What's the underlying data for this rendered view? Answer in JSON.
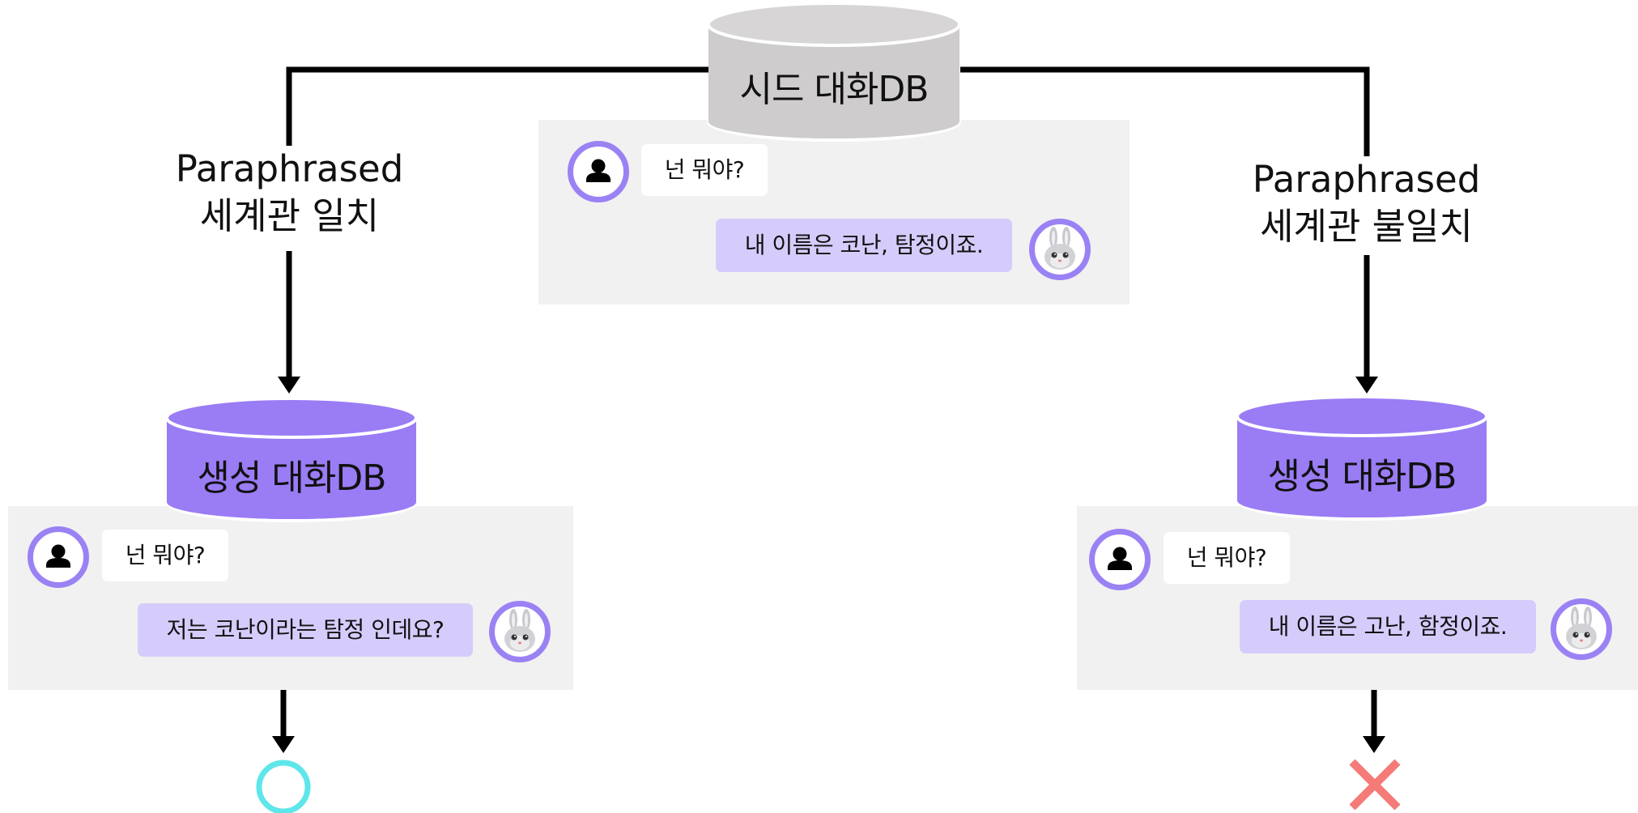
{
  "seed_db": {
    "label": "시드 대화DB",
    "color": "#cecccc"
  },
  "generated_db_color": "#9a7cf5",
  "accent_avatar_ring": "#9a82f4",
  "bot_bubble_color": "#d6ccfb",
  "edges": {
    "match": {
      "line1": "Paraphrased",
      "line2": "세계관 일치"
    },
    "mismatch": {
      "line1": "Paraphrased",
      "line2": "세계관 불일치"
    }
  },
  "seed_chat": {
    "user_message": "넌 뭐야?",
    "bot_message": "내 이름은 코난, 탐정이죠."
  },
  "left_branch": {
    "db_label": "생성 대화DB",
    "user_message": "넌 뭐야?",
    "bot_message": "저는 코난이라는 탐정 인데요?",
    "result": "circle",
    "result_color": "#5ee6ea"
  },
  "right_branch": {
    "db_label": "생성 대화DB",
    "user_message": "넌 뭐야?",
    "bot_message": "내 이름은 고난, 함정이죠.",
    "result": "cross",
    "result_color": "#f47b78"
  },
  "icons": {
    "user": "user-avatar-icon",
    "bot": "bunny-avatar-icon",
    "pass": "circle-o-icon",
    "fail": "cross-x-icon"
  }
}
